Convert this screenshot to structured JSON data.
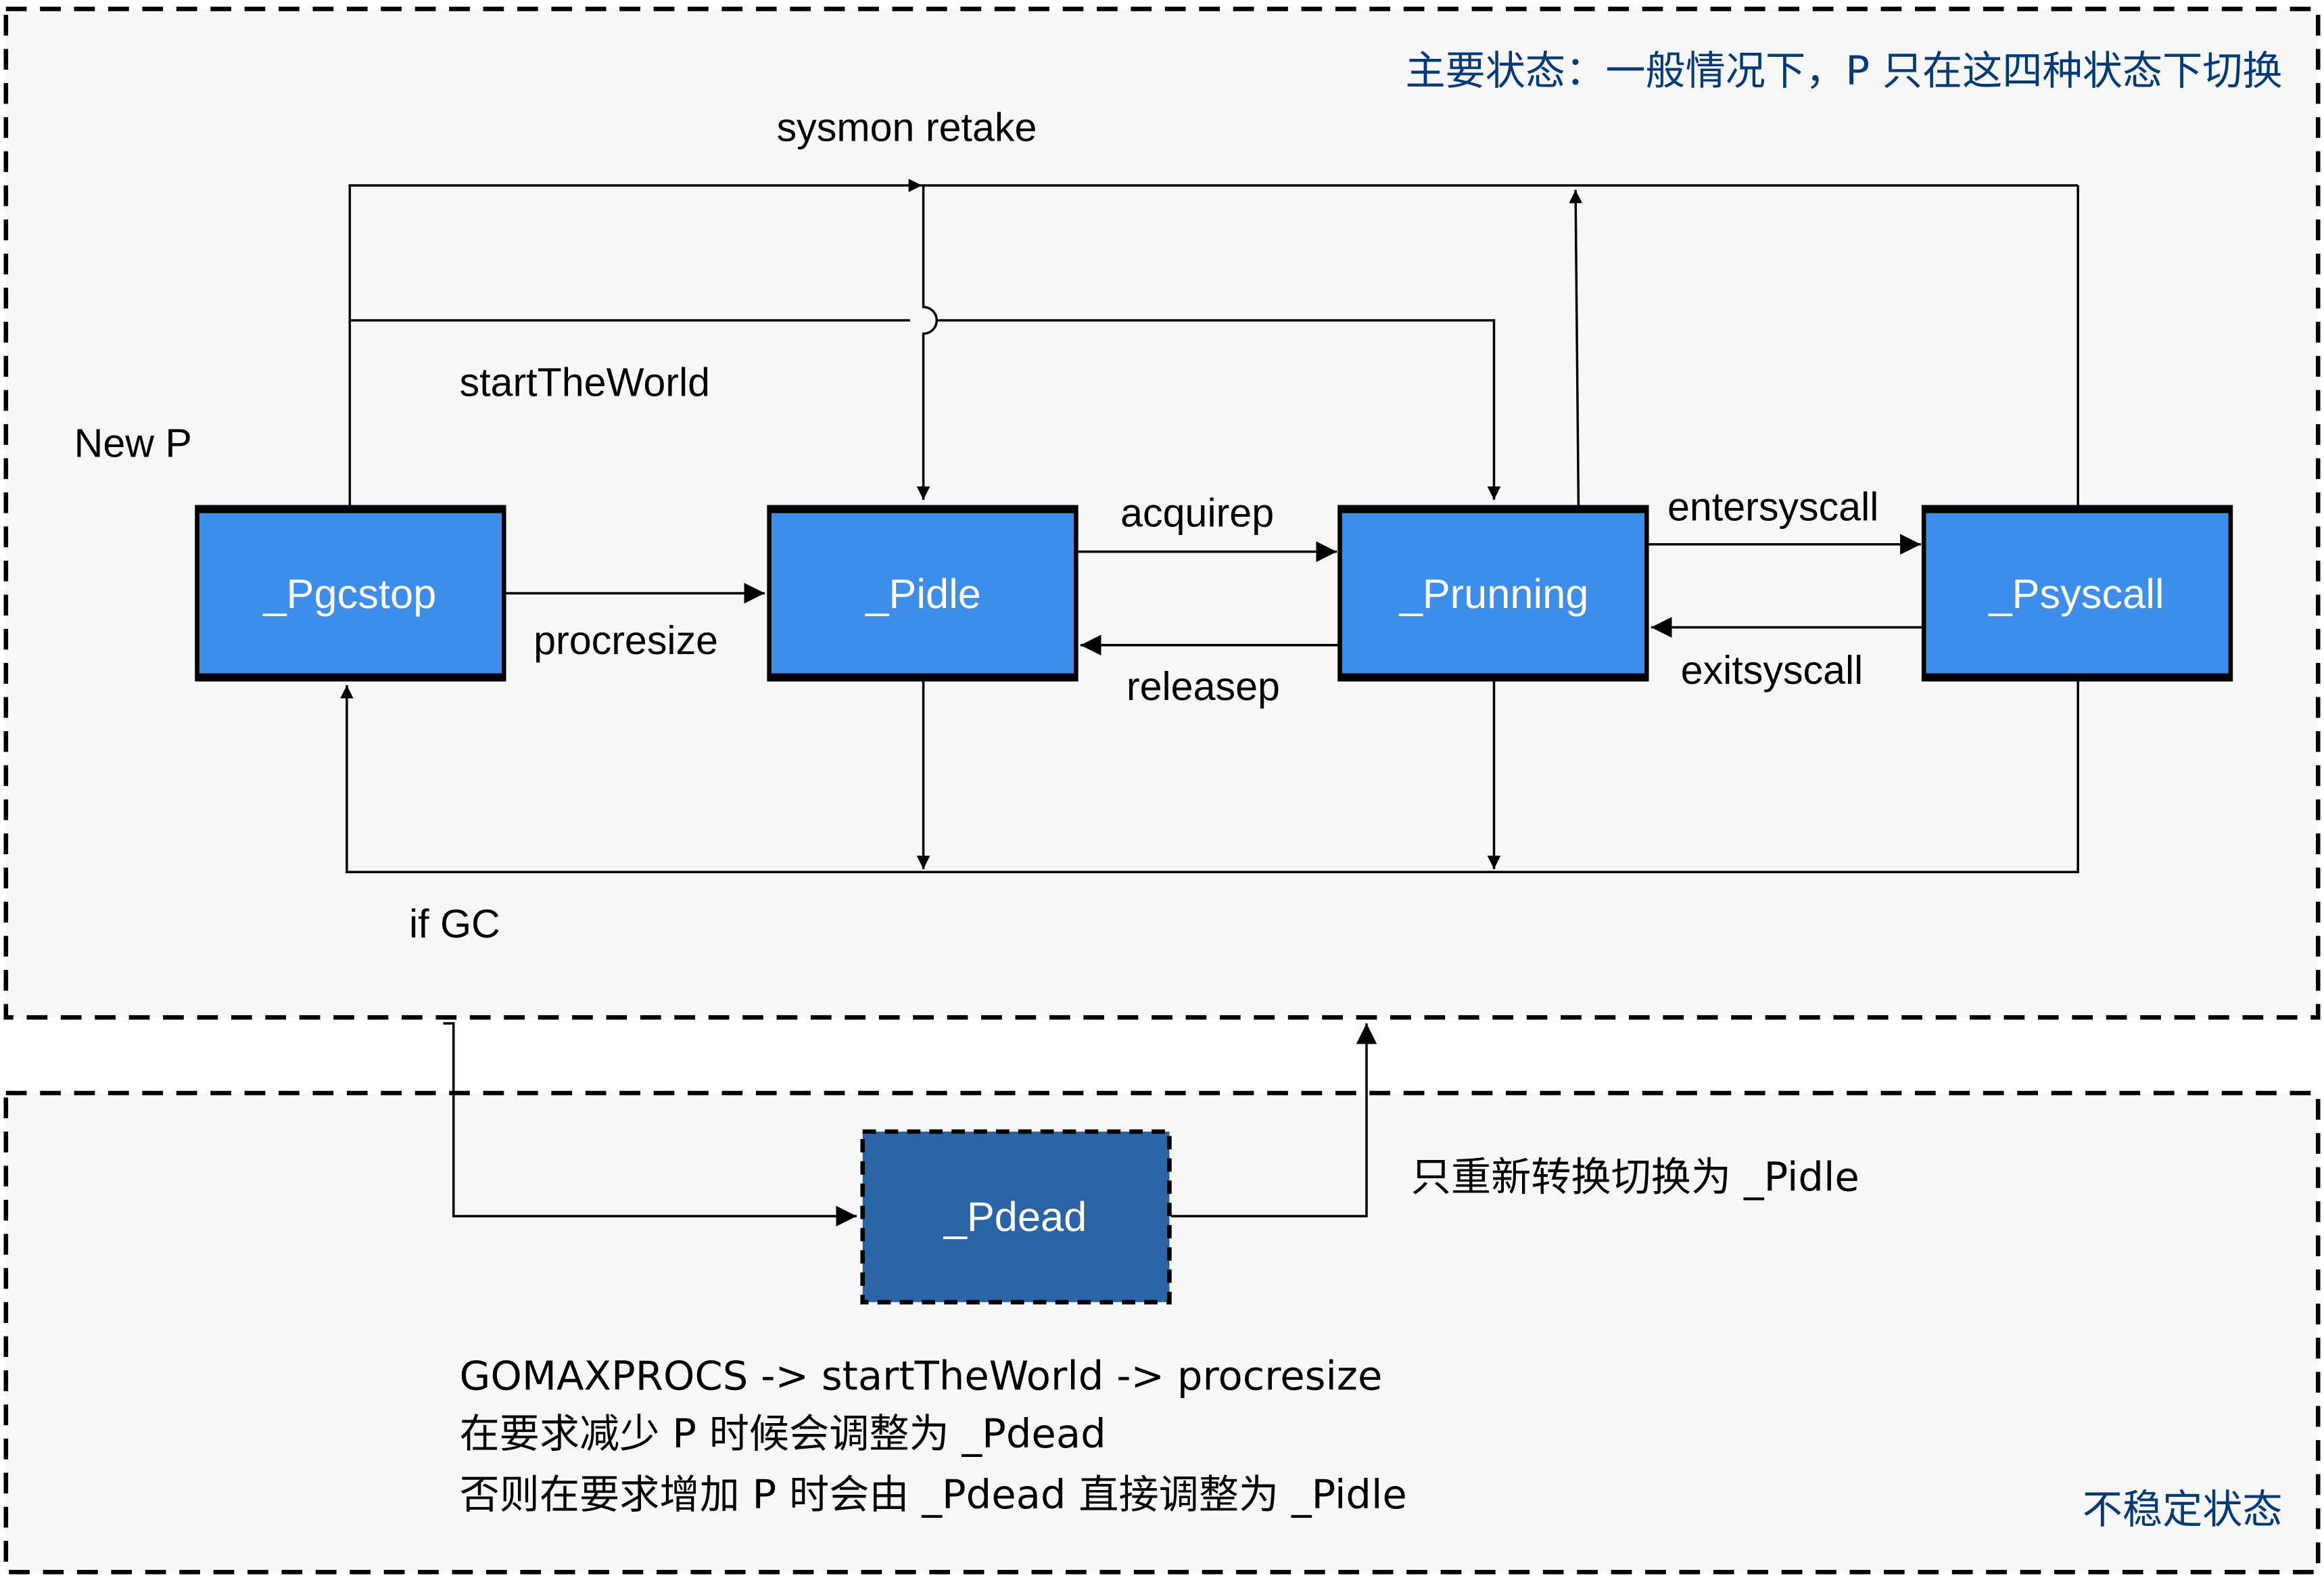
{
  "regions": {
    "main": {
      "title": "主要状态：一般情况下，P 只在这四种状态下切换"
    },
    "unstable": {
      "title": "不稳定状态"
    }
  },
  "colors": {
    "box_fill": "#3d8eeb",
    "dead_box_fill": "#2a63a6",
    "region_title": "#003a7a",
    "region_bg": "#f7f7f7"
  },
  "states": {
    "pgcstop": "_Pgcstop",
    "pidle": "_Pidle",
    "prunning": "_Prunning",
    "psyscall": "_Psyscall",
    "pdead": "_Pdead"
  },
  "edges": {
    "sysmon_retake": "sysmon retake",
    "start_the_world": "startTheWorld",
    "new_p": "New P",
    "procresize": "procresize",
    "acquirep": "acquirep",
    "releasep": "releasep",
    "entersyscall": "entersyscall",
    "exitsyscall": "exitsyscall",
    "if_gc": "if GC",
    "only_to_pidle": "只重新转换切换为 _Pidle"
  },
  "notes": [
    "GOMAXPROCS -> startTheWorld -> procresize",
    "在要求减少 P 时候会调整为 _Pdead",
    "否则在要求增加 P 时会由 _Pdead 直接调整为 _Pidle"
  ]
}
